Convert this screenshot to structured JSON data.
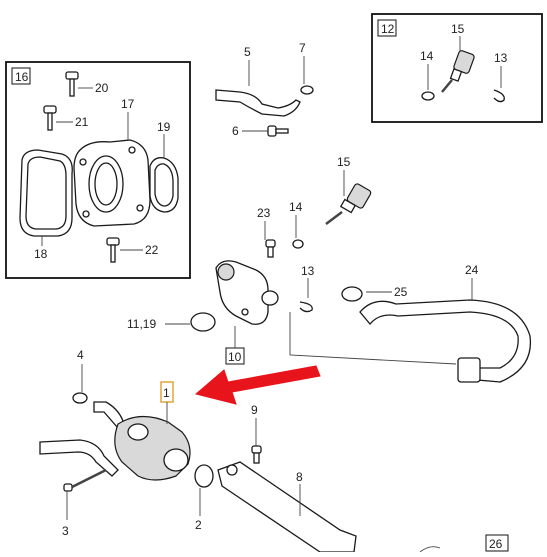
{
  "callouts": {
    "c1": "1",
    "c2": "2",
    "c3": "3",
    "c4": "4",
    "c5": "5",
    "c6": "6",
    "c7": "7",
    "c8": "8",
    "c9": "9",
    "c10": "10",
    "c11_19": "11,19",
    "c12": "12",
    "c13a": "13",
    "c13b": "13",
    "c14a": "14",
    "c14b": "14",
    "c15a": "15",
    "c15b": "15",
    "c16": "16",
    "c17": "17",
    "c18": "18",
    "c19": "19",
    "c20": "20",
    "c21": "21",
    "c22": "22",
    "c23": "23",
    "c24": "24",
    "c25": "25",
    "c26": "26"
  },
  "colors": {
    "highlight_arrow": "#e8141b",
    "highlight_box": "#e0a030",
    "ink": "#1a1a1a"
  }
}
